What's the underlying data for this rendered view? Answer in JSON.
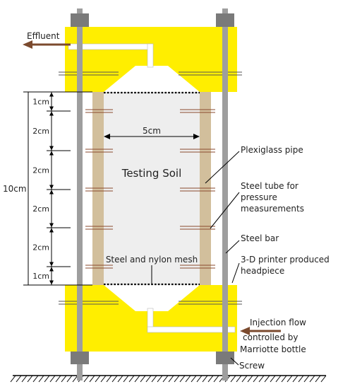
{
  "labels": {
    "effluent": "Effluent",
    "testing_soil": "Testing Soil",
    "width_5cm": "5cm",
    "height_10cm": "10cm",
    "plexiglass_pipe": "Plexiglass pipe",
    "steel_tube_line1": "Steel tube for",
    "steel_tube_line2": "pressure",
    "steel_tube_line3": "measurements",
    "steel_bar": "Steel bar",
    "headpiece_line1": "3-D printer produced",
    "headpiece_line2": "headpiece",
    "mesh": "Steel and nylon mesh",
    "injection_line1": "Injection flow",
    "injection_line2": "controlled by",
    "injection_line3": "Marriotte bottle",
    "screw": "Screw"
  },
  "segments": [
    "1cm",
    "2cm",
    "2cm",
    "2cm",
    "2cm",
    "1cm"
  ],
  "colors": {
    "headpiece": "#ffee00",
    "soil": "#eeeeee",
    "pipe_wall": "#d2bf9c",
    "steel": "#9e9e9e",
    "bolt": "#7a7a7a",
    "arrow": "#7b4a2e",
    "mesh": "#000000",
    "line": "#000000"
  }
}
